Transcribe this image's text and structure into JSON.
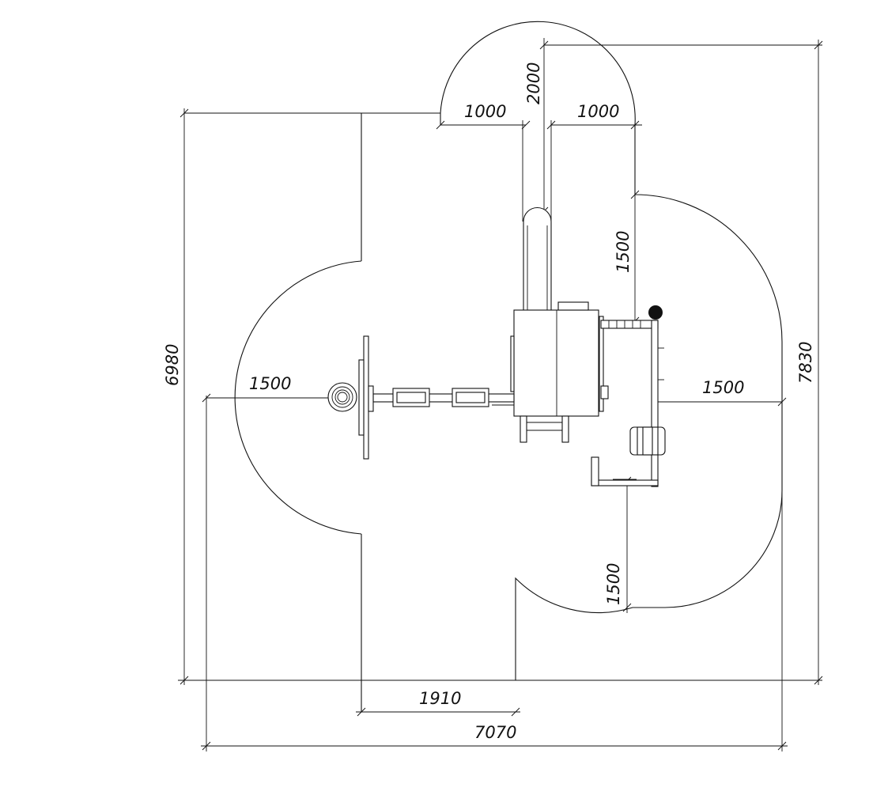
{
  "diagram": {
    "colors": {
      "line": "#111111",
      "background": "#ffffff"
    },
    "dimensions": {
      "top_height": "2000",
      "top_left_radius": "1000",
      "top_right_radius": "1000",
      "left_height": "6980",
      "right_height": "7830",
      "left_radius": "1500",
      "right_upper_radius": "1500",
      "right_radius": "1500",
      "bottom_right_radius": "1500",
      "inner_width": "1910",
      "total_width": "7070"
    }
  }
}
